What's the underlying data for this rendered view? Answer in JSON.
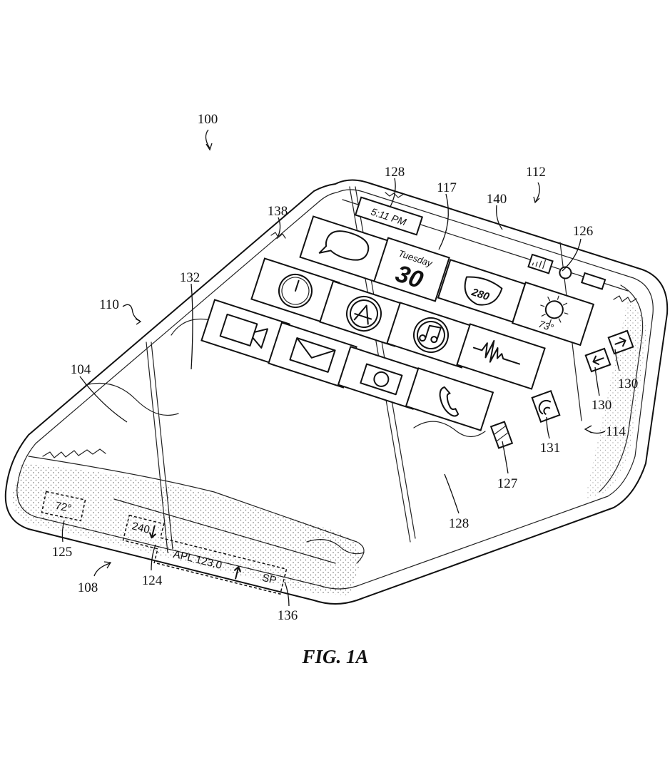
{
  "figure": {
    "caption": "FIG. 1A",
    "references": {
      "r100": "100",
      "r112": "112",
      "r128a": "128",
      "r117": "117",
      "r140": "140",
      "r138": "138",
      "r126": "126",
      "r132": "132",
      "r110": "110",
      "r104": "104",
      "r130a": "130",
      "r130b": "130",
      "r114": "114",
      "r131": "131",
      "r127": "127",
      "r128b": "128",
      "r125": "125",
      "r124": "124",
      "r108": "108",
      "r136": "136"
    }
  },
  "screen": {
    "time": "5:11 PM",
    "calendar_day": "Tuesday",
    "calendar_date": "30",
    "highway_sign": "280",
    "weather_temp": "73°"
  },
  "bottom_band": {
    "temperature": "72°",
    "ticker_left": "240",
    "ticker_stock": "APL 123.0",
    "ticker_right": "SP"
  }
}
